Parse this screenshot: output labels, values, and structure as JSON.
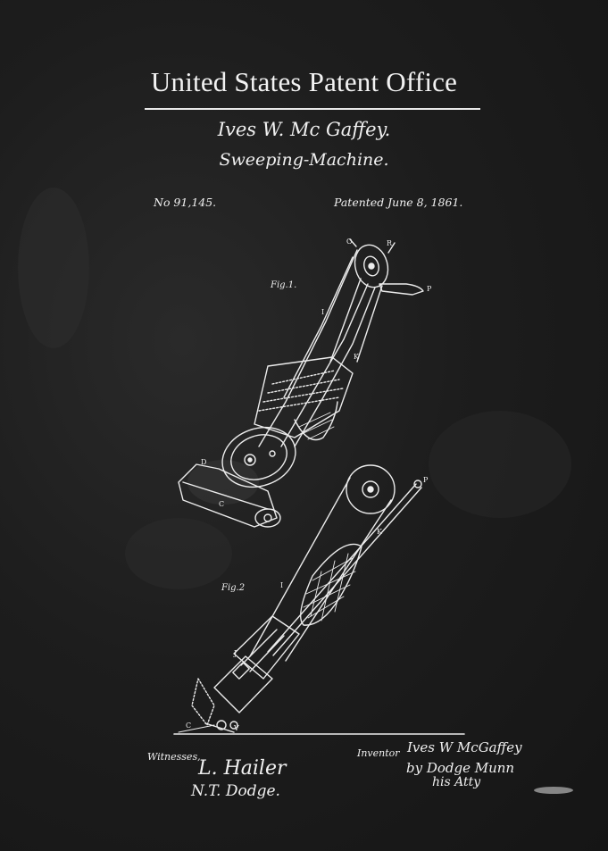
{
  "header": {
    "title": "United States Patent Office",
    "inventor": "Ives W. Mc Gaffey.",
    "invention": "Sweeping-Machine."
  },
  "meta": {
    "patent_number": "No 91,145.",
    "patent_date": "Patented June 8, 1861."
  },
  "figures": {
    "fig1_label": "Fig.1.",
    "fig2_label": "Fig.2"
  },
  "footer": {
    "witnesses_label": "Witnesses,",
    "witness_1": "L. Hailer",
    "witness_2": "N.T. Dodge.",
    "inventor_label": "Inventor",
    "inventor_signature": "Ives W McGaffey",
    "attorney_signature": "by Dodge Munn",
    "attorney_role": "his Atty"
  },
  "colors": {
    "background": "#1c1c1c",
    "ink": "#f0f0f0"
  }
}
